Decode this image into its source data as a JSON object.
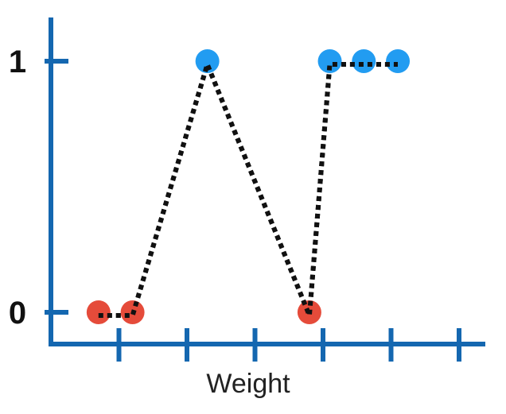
{
  "chart_data": {
    "type": "scatter",
    "title": "",
    "xlabel": "Weight",
    "ylabel": "",
    "ylim": [
      0,
      1
    ],
    "yticks": [
      0,
      1
    ],
    "ytick_labels": [
      "0",
      "1"
    ],
    "xtick_count": 6,
    "grid": false,
    "connect_points": true,
    "connector_style": "dotted",
    "points": [
      {
        "x": 0.7,
        "y": 0,
        "class": "0"
      },
      {
        "x": 1.2,
        "y": 0,
        "class": "0"
      },
      {
        "x": 2.3,
        "y": 1,
        "class": "1"
      },
      {
        "x": 3.8,
        "y": 0,
        "class": "0"
      },
      {
        "x": 4.1,
        "y": 1,
        "class": "1"
      },
      {
        "x": 4.6,
        "y": 1,
        "class": "1"
      },
      {
        "x": 5.1,
        "y": 1,
        "class": "1"
      }
    ],
    "colors": {
      "axis": "#1467b0",
      "class_0": "#e4412f",
      "class_1": "#1697f0",
      "connector": "#111111"
    }
  }
}
